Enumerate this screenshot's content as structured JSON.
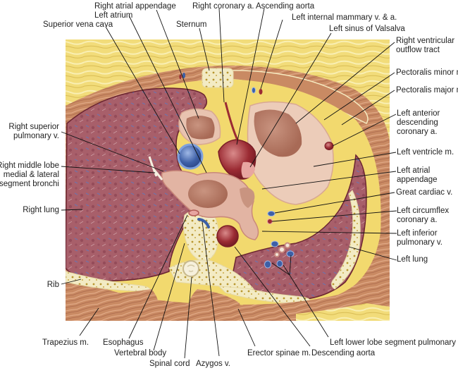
{
  "figure": {
    "title": "Cross-section of thorax at level of heart chambers",
    "colors": {
      "fat": "#f2dc7a",
      "fat_light": "#f7ea9e",
      "muscle": "#c98a63",
      "muscle_dark": "#a9664a",
      "lung": "#a85f6a",
      "lung_dark": "#8e4553",
      "bone": "#f3ebc4",
      "bone_spot": "#b8962f",
      "heart": "#e8c3b0",
      "heart_inner": "#b77a64",
      "artery": "#9b2b33",
      "vein": "#3d5fa6",
      "leader": "#111111"
    },
    "labels": {
      "right_atrial_appendage": "Right atrial appendage",
      "right_coronary_a": "Right coronary a.",
      "ascending_aorta": "Ascending aorta",
      "left_atrium": "Left atrium",
      "left_internal_mammary": "Left internal mammary v. & a.",
      "superior_vena_cava": "Superior vena cava",
      "sternum": "Sternum",
      "left_sinus_valsalva": "Left sinus of Valsalva",
      "rvot_1": "Right ventricular",
      "rvot_2": "outflow tract",
      "pectoralis_minor": "Pectoralis minor m.",
      "pectoralis_major": "Pectoralis major m.",
      "lad_1": "Left anterior",
      "lad_2": "descending",
      "lad_3": "coronary a.",
      "left_ventricle_m": "Left ventricle m.",
      "left_atrial_app_1": "Left atrial",
      "left_atrial_app_2": "appendage",
      "great_cardiac_v": "Great cardiac v.",
      "left_circumflex_1": "Left circumflex",
      "left_circumflex_2": "coronary a.",
      "left_inferior_pv_1": "Left inferior",
      "left_inferior_pv_2": "pulmonary v.",
      "left_lung": "Left lung",
      "right_superior_pv_1": "Right superior",
      "right_superior_pv_2": "pulmonary v.",
      "rml_1": "Right middle lobe",
      "rml_2": "medial & lateral",
      "rml_3": "segment bronchi",
      "right_lung": "Right lung",
      "rib": "Rib",
      "trapezius": "Trapezius m.",
      "esophagus": "Esophagus",
      "vertebral_body": "Vertebral body",
      "spinal_cord": "Spinal cord",
      "azygos_v": "Azygos v.",
      "erector_spinae": "Erector spinae m.",
      "descending_aorta": "Descending aorta",
      "left_lower_lobe_pa": "Left lower lobe segment pulmonary aa."
    }
  }
}
